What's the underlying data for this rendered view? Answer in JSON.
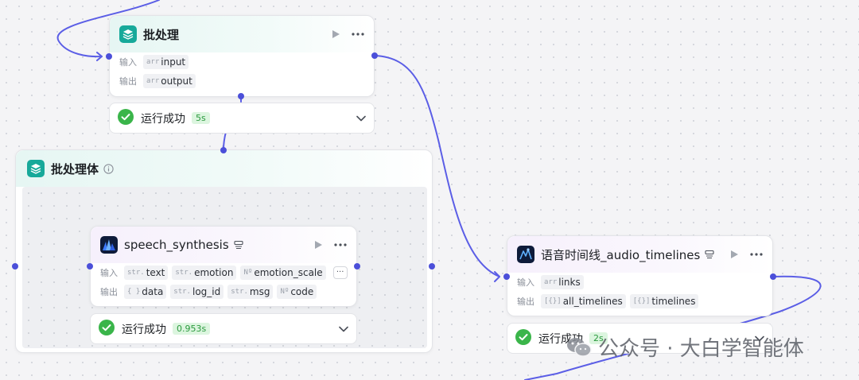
{
  "nodes": {
    "batch": {
      "title": "批处理",
      "input_label": "输入",
      "output_label": "输出",
      "inputs": [
        {
          "type": "arr",
          "name": "input"
        }
      ],
      "outputs": [
        {
          "type": "arr",
          "name": "output"
        }
      ],
      "status": {
        "text": "运行成功",
        "duration": "5s"
      }
    },
    "batch_body": {
      "title": "批处理体"
    },
    "speech": {
      "title": "speech_synthesis",
      "input_label": "输入",
      "output_label": "输出",
      "inputs": [
        {
          "type": "str.",
          "name": "text"
        },
        {
          "type": "str.",
          "name": "emotion"
        },
        {
          "type": "Nº",
          "name": "emotion_scale"
        }
      ],
      "inputs_more": "···",
      "outputs": [
        {
          "type": "{ }",
          "name": "data"
        },
        {
          "type": "str.",
          "name": "log_id"
        },
        {
          "type": "str.",
          "name": "msg"
        },
        {
          "type": "Nº",
          "name": "code"
        }
      ],
      "status": {
        "text": "运行成功",
        "duration": "0.953s"
      }
    },
    "timeline": {
      "title": "语音时间线_audio_timelines",
      "input_label": "输入",
      "output_label": "输出",
      "inputs": [
        {
          "type": "arr",
          "name": "links"
        }
      ],
      "outputs": [
        {
          "type": "[{}]",
          "name": "all_timelines"
        },
        {
          "type": "[{}]",
          "name": "timelines"
        }
      ],
      "status": {
        "text": "运行成功",
        "duration": "2s"
      }
    }
  },
  "watermark": {
    "text": "公众号 · 大白学智能体"
  },
  "colors": {
    "edge": "#5b5ee6",
    "success": "#3ab54a",
    "teal_icon": "#17a99a",
    "dark_icon": "#0e1b3a"
  },
  "icons": {
    "batch": "layers-icon",
    "speech": "waveform-logo-icon",
    "timeline": "timeline-logo-icon",
    "status": "check-circle-icon",
    "play": "play-icon",
    "more": "more-dots-icon",
    "expand": "chevron-down-icon",
    "info": "info-icon",
    "batch_mode": "batch-mode-icon"
  }
}
